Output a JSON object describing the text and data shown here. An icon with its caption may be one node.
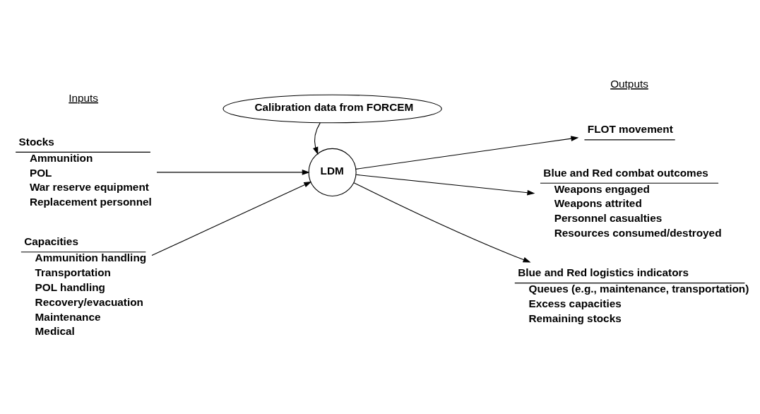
{
  "diagram": {
    "nodes": [
      {
        "text": [
          "Calibration data from FORCEM"
        ]
      },
      {
        "text": [
          "Stocks",
          "Ammunition",
          "POL",
          "War reserve equipment",
          "Replacement personnel"
        ]
      },
      {
        "text": [
          "Capacities",
          "Ammunition handling",
          "Transportation",
          "POL handling",
          "Recovery/evacuation",
          "Maintenance",
          "Medical"
        ]
      },
      {
        "text": [
          "LDM"
        ]
      },
      {
        "text": [
          "FLOT movement"
        ]
      },
      {
        "text": [
          "Blue and Red combat outcomes",
          "Weapons engaged",
          "Weapons attrited",
          "Personnel casualties",
          "Resources consumed/destroyed"
        ]
      },
      {
        "text": [
          "Blue and Red logistics indicators",
          "Queues (e.g., maintenance, transportation)",
          "Excess capacities",
          "Remaining stocks"
        ]
      }
    ],
    "edges": [
      {
        "from": 1,
        "to": 3,
        "arrow": "to"
      },
      {
        "from": 0,
        "to": 3,
        "arrow": "to"
      },
      {
        "from": 2,
        "to": 3,
        "arrow": "to"
      },
      {
        "from": 3,
        "to": 4,
        "arrow": "to"
      },
      {
        "from": 3,
        "to": 5,
        "arrow": "to"
      },
      {
        "from": 3,
        "to": 6,
        "arrow": "to"
      }
    ],
    "labels": [
      "Inputs",
      "Outputs"
    ]
  }
}
